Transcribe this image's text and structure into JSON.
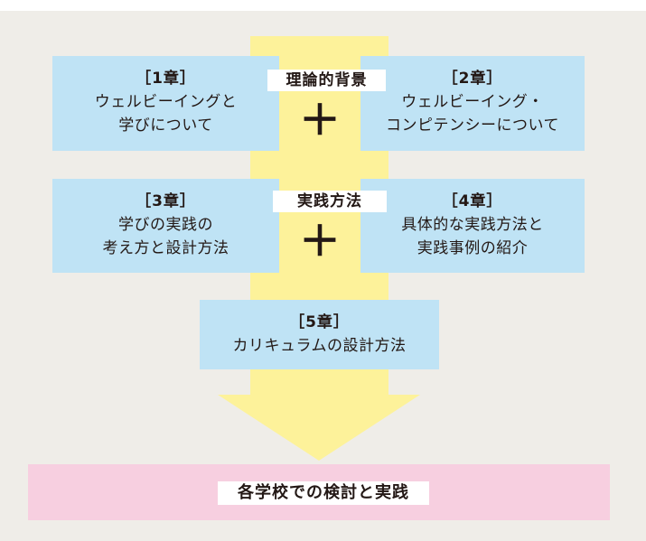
{
  "colors": {
    "background": "#efede8",
    "chapter_box": "#bfe3f5",
    "arrow": "#fdf29a",
    "result_band": "#f7cfe0",
    "label_bg": "#ffffff",
    "text": "#231815"
  },
  "row1": {
    "label": "理論的背景",
    "left": {
      "chapter": "［1章］",
      "line1": "ウェルビーイングと",
      "line2": "学びについて"
    },
    "right": {
      "chapter": "［2章］",
      "line1": "ウェルビーイング・",
      "line2": "コンピテンシーについて"
    },
    "plus": "＋"
  },
  "row2": {
    "label": "実践方法",
    "left": {
      "chapter": "［3章］",
      "line1": "学びの実践の",
      "line2": "考え方と設計方法"
    },
    "right": {
      "chapter": "［4章］",
      "line1": "具体的な実践方法と",
      "line2": "実践事例の紹介"
    },
    "plus": "＋"
  },
  "row3": {
    "center": {
      "chapter": "［5章］",
      "line1": "カリキュラムの設計方法"
    }
  },
  "result": {
    "label": "各学校での検討と実践"
  }
}
